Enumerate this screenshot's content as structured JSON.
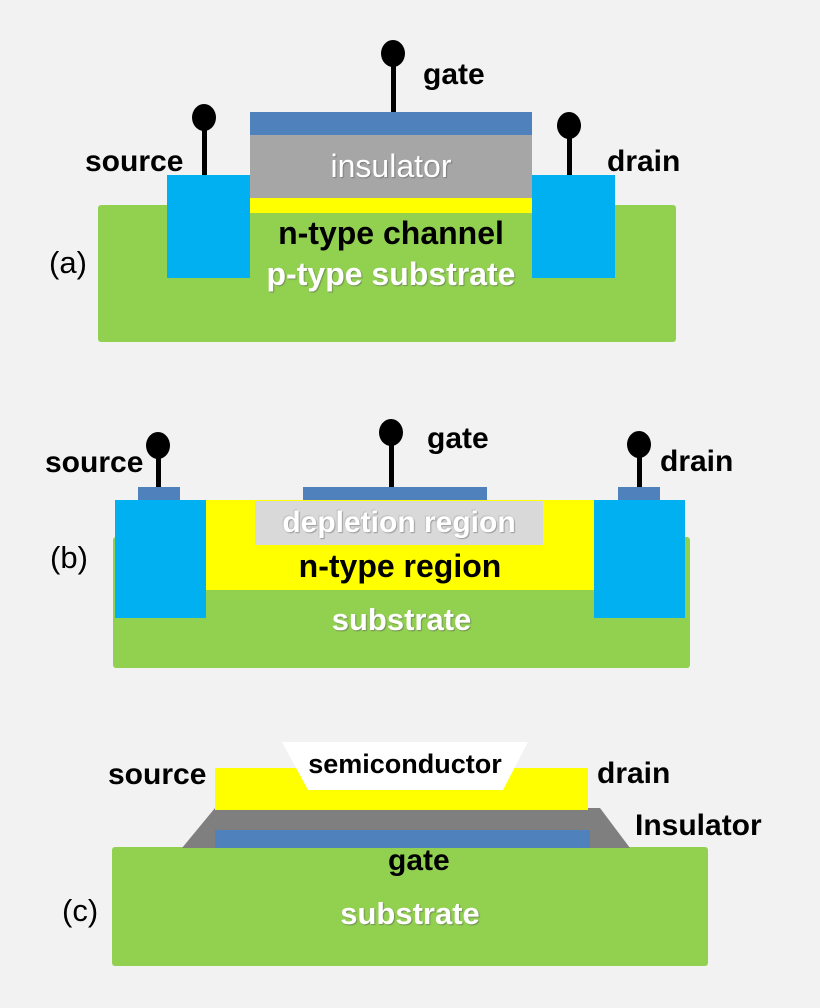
{
  "colors": {
    "background": "#f2f2f2",
    "substrate_green": "#92d050",
    "contact_cyan": "#00b0f0",
    "gate_steel_blue": "#4f81bd",
    "insulator_gray_a": "#a6a6a6",
    "depletion_gray_b": "#d9d9d9",
    "insulator_gray_c": "#7f7f7f",
    "channel_yellow": "#ffff00",
    "semiconductor_white": "#ffffff",
    "terminal_black": "#000000"
  },
  "diagram_a": {
    "label": "(a)",
    "source_label": "source",
    "gate_label": "gate",
    "drain_label": "drain",
    "insulator_label": "insulator",
    "channel_label": "n-type channel",
    "substrate_label": "p-type substrate"
  },
  "diagram_b": {
    "label": "(b)",
    "source_label": "source",
    "gate_label": "gate",
    "drain_label": "drain",
    "depletion_label": "depletion region",
    "ntype_label": "n-type region",
    "substrate_label": "substrate"
  },
  "diagram_c": {
    "label": "(c)",
    "source_label": "source",
    "semiconductor_label": "semiconductor",
    "drain_label": "drain",
    "insulator_label": "Insulator",
    "gate_label": "gate",
    "substrate_label": "substrate"
  }
}
